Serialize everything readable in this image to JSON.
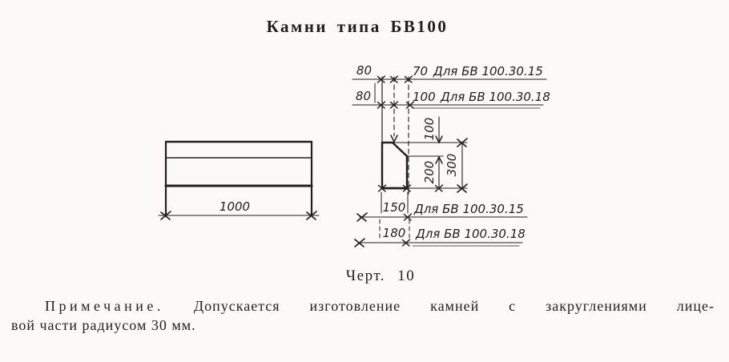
{
  "colors": {
    "ink": "#221f1b",
    "paper": "#fbfaf6"
  },
  "title": "Камни типа БВ100",
  "caption": "Черт. 10",
  "note": {
    "label": "Примечание.",
    "line1_rest": "Допускается изготовление камней с закруглениями лице-",
    "line2": "вой части радиусом 30 мм."
  },
  "elevation": {
    "length": "1000"
  },
  "section": {
    "top_offset_1": "80",
    "top_width_1": "70",
    "top_note_1": "Для БВ 100.30.15",
    "top_offset_2": "80",
    "top_width_2": "100",
    "top_note_2": "Для БВ 100.30.18",
    "height_upper": "100",
    "height_lower": "200",
    "height_total": "300",
    "bottom_width_1": "150",
    "bottom_note_1": "Для БВ 100.30.15",
    "bottom_width_2": "180",
    "bottom_note_2": "Для БВ 100.30.18"
  }
}
